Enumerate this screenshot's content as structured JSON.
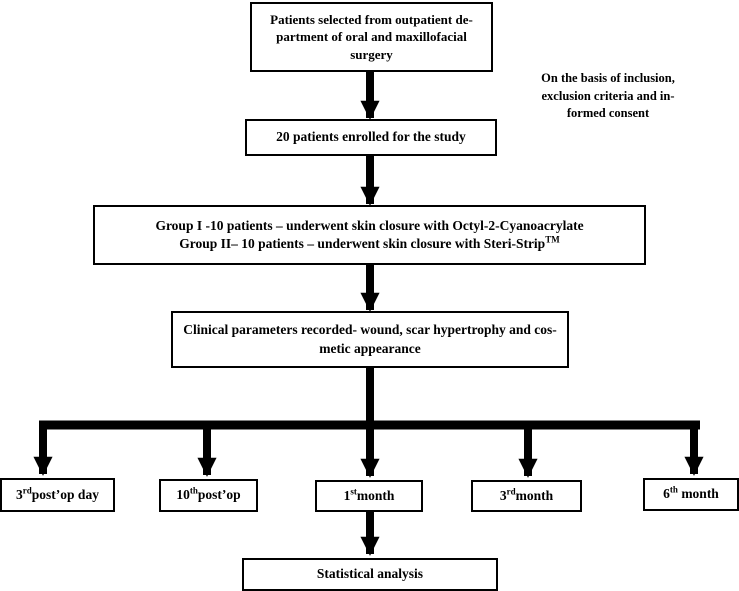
{
  "boxes": {
    "selection": [
      "Patients selected from outpatient de-",
      "partment of oral and maxillofacial",
      "surgery"
    ],
    "enrolled": "20 patients enrolled for the study",
    "groups": {
      "group1": "Group I  -10 patients – underwent skin closure with Octyl-2-Cyanoacrylate",
      "group2": "Group II– 10 patients – underwent skin closure with Steri-Strip",
      "group2_sup": "TM"
    },
    "parameters": [
      "Clinical parameters recorded- wound, scar hypertrophy and cos-",
      "metic appearance"
    ],
    "followups": [
      {
        "pre": "3",
        "sup": "rd",
        "post": "post’op day"
      },
      {
        "pre": "10",
        "sup": "th",
        "post": "post’op"
      },
      {
        "pre": "1",
        "sup": "st",
        "post": "month"
      },
      {
        "pre": "3",
        "sup": "rd",
        "post": "month"
      },
      {
        "pre": "6",
        "sup": "th",
        "post": " month"
      }
    ],
    "analysis": "Statistical analysis"
  },
  "note": [
    "On the basis of inclusion,",
    "exclusion criteria and in-",
    "formed  consent"
  ]
}
